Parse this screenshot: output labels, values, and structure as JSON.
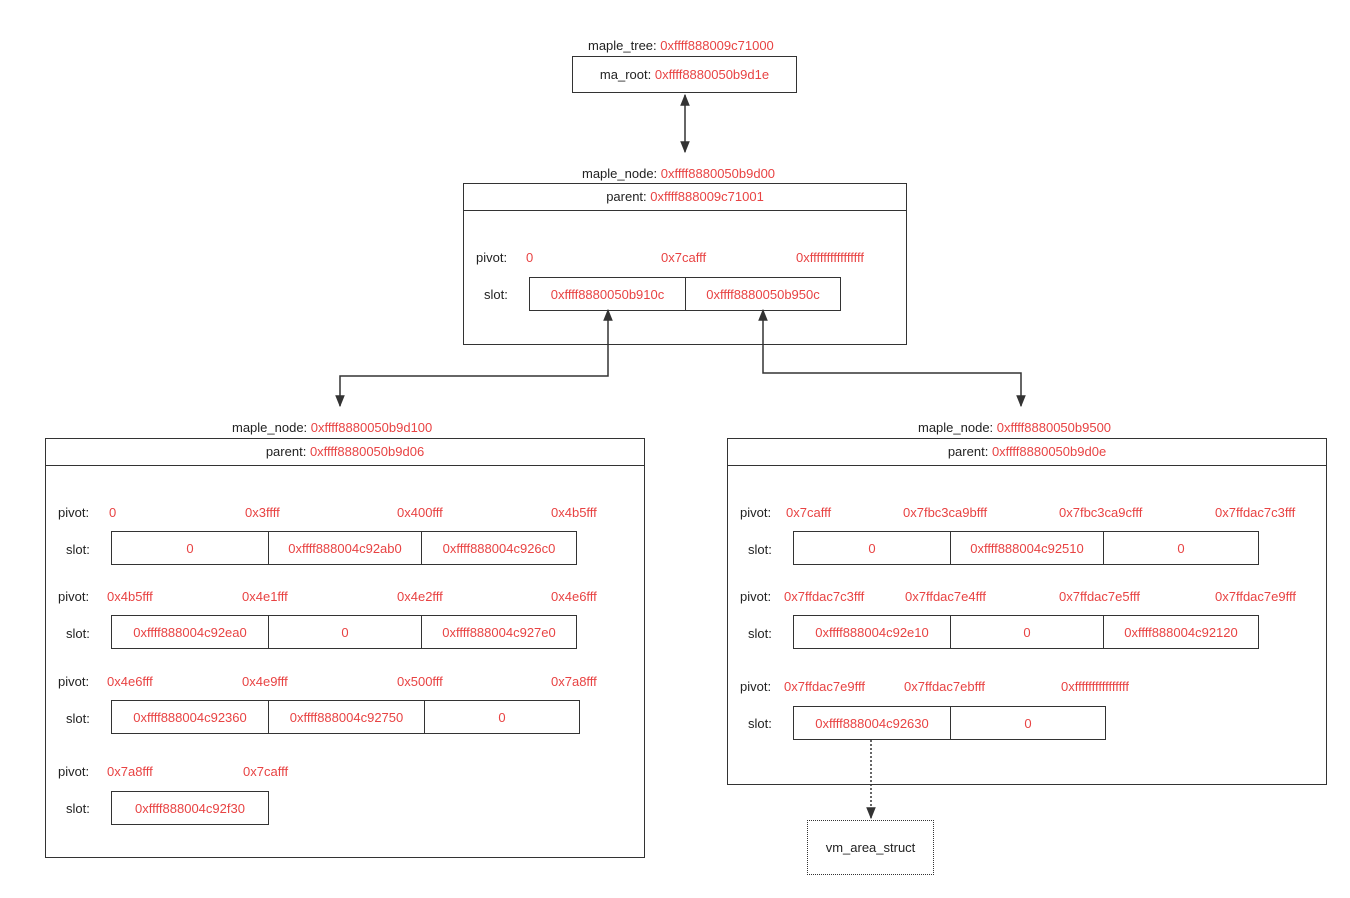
{
  "tree": {
    "title_label": "maple_tree:",
    "title_addr": "0xffff888009c71000",
    "root_label": "ma_root:",
    "root_addr": "0xffff8880050b9d1e"
  },
  "root_node": {
    "title_label": "maple_node:",
    "title_addr": "0xffff8880050b9d00",
    "parent_label": "parent:",
    "parent_addr": "0xffff888009c71001",
    "pivot_label": "pivot:",
    "slot_label": "slot:",
    "pivots": [
      "0",
      "0x7cafff",
      "0xffffffffffffffff"
    ],
    "slots": [
      "0xffff8880050b910c",
      "0xffff8880050b950c"
    ]
  },
  "left_node": {
    "title_label": "maple_node:",
    "title_addr": "0xffff8880050b9d100",
    "parent_label": "parent:",
    "parent_addr": "0xffff8880050b9d06",
    "pivot_label": "pivot:",
    "slot_label": "slot:",
    "groups": [
      {
        "pivots": [
          "0",
          "0x3ffff",
          "0x400fff",
          "0x4b5fff"
        ],
        "slots": [
          "0",
          "0xffff888004c92ab0",
          "0xffff888004c926c0"
        ]
      },
      {
        "pivots": [
          "0x4b5fff",
          "0x4e1fff",
          "0x4e2fff",
          "0x4e6fff"
        ],
        "slots": [
          "0xffff888004c92ea0",
          "0",
          "0xffff888004c927e0"
        ]
      },
      {
        "pivots": [
          "0x4e6fff",
          "0x4e9fff",
          "0x500fff",
          "0x7a8fff"
        ],
        "slots": [
          "0xffff888004c92360",
          "0xffff888004c92750",
          "0"
        ]
      },
      {
        "pivots": [
          "0x7a8fff",
          "0x7cafff"
        ],
        "slots": [
          "0xffff888004c92f30"
        ]
      }
    ]
  },
  "right_node": {
    "title_label": "maple_node:",
    "title_addr": "0xffff8880050b9500",
    "parent_label": "parent:",
    "parent_addr": "0xffff8880050b9d0e",
    "pivot_label": "pivot:",
    "slot_label": "slot:",
    "groups": [
      {
        "pivots": [
          "0x7cafff",
          "0x7fbc3ca9bfff",
          "0x7fbc3ca9cfff",
          "0x7ffdac7c3fff"
        ],
        "slots": [
          "0",
          "0xffff888004c92510",
          "0"
        ]
      },
      {
        "pivots": [
          "0x7ffdac7c3fff",
          "0x7ffdac7e4fff",
          "0x7ffdac7e5fff",
          "0x7ffdac7e9fff"
        ],
        "slots": [
          "0xffff888004c92e10",
          "0",
          "0xffff888004c92120"
        ]
      },
      {
        "pivots": [
          "0x7ffdac7e9fff",
          "0x7ffdac7ebfff",
          "0xffffffffffffffff"
        ],
        "slots": [
          "0xffff888004c92630",
          "0"
        ]
      }
    ]
  },
  "vma": {
    "label": "vm_area_struct"
  },
  "colors": {
    "address": "#e84343",
    "line": "#333333"
  }
}
